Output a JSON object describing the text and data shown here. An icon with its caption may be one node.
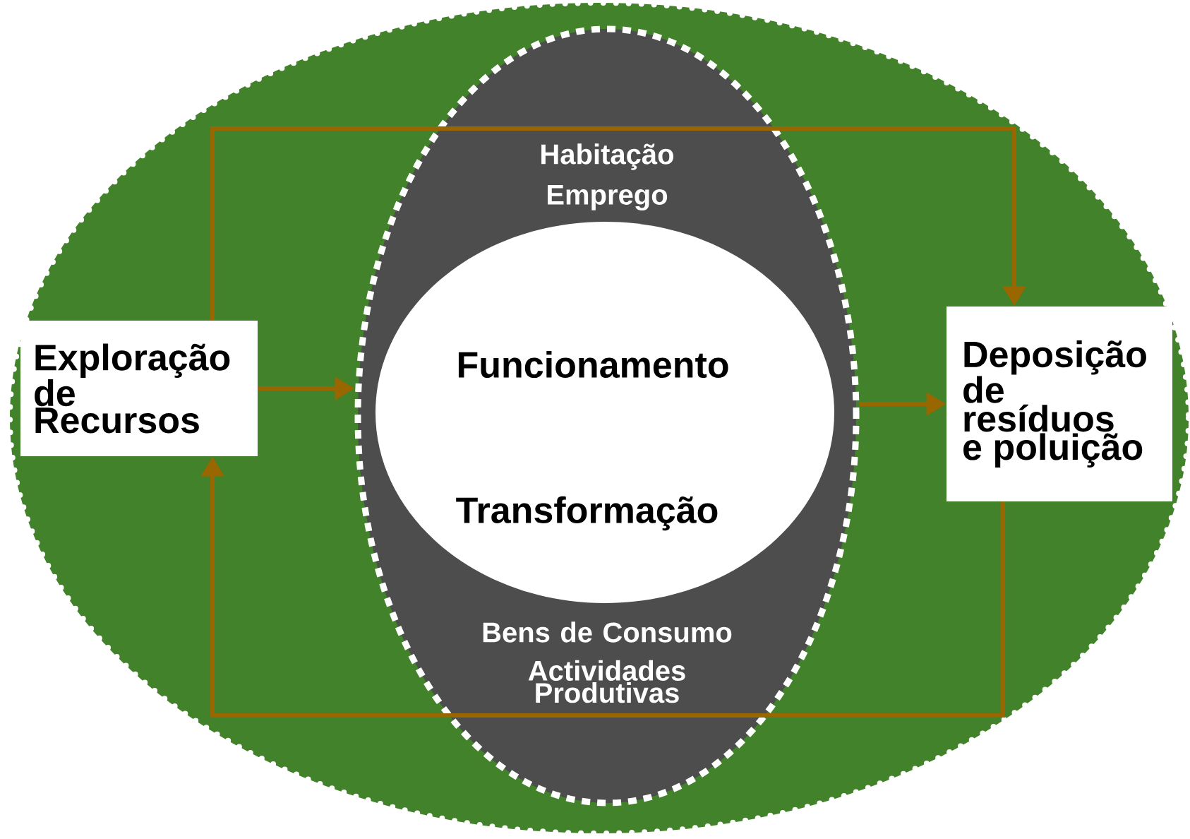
{
  "diagram": {
    "nodes": [
      {
        "text": [
          "Exploração de Recursos"
        ]
      },
      {
        "text": [
          "Habitação",
          "Emprego",
          "Bens de Consumo",
          "Actividades Produtivas"
        ]
      },
      {
        "text": [
          "Funcionamento",
          "Transformação"
        ],
        "in": 1
      },
      {
        "text": [
          "Deposição de resíduos e poluição"
        ]
      }
    ],
    "edges": [
      {
        "from": 0,
        "to": 1,
        "arrow": "to"
      },
      {
        "from": 1,
        "to": 3,
        "arrow": "to"
      },
      {
        "from": 0,
        "to": 3,
        "arrow": "to"
      },
      {
        "from": 3,
        "to": 0,
        "arrow": "to"
      }
    ]
  }
}
